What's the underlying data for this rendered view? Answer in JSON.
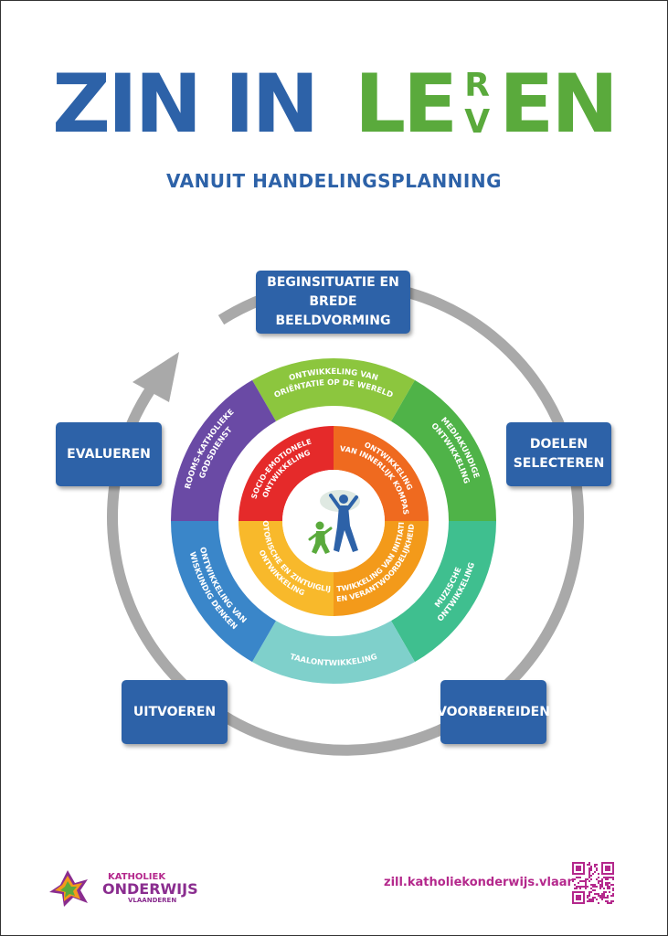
{
  "header": {
    "title_part1": "ZIN IN",
    "title_part2_prefix": "LE",
    "title_stack_top": "R",
    "title_stack_bottom": "V",
    "title_part2_suffix": "EN",
    "subtitle": "VANUIT HANDELINGSPLANNING"
  },
  "cycle_steps": {
    "beginsituatie": "BEGINSITUATIE EN\nBREDE BEELDVORMING",
    "doelen": "DOELEN\nSELECTEREN",
    "voorbereiden": "VOORBEREIDEN",
    "uitvoeren": "UITVOEREN",
    "evalueren": "EVALUEREN"
  },
  "outer_ring": {
    "orientatie": [
      "ONTWIKKELING VAN",
      "ORIËNTATIE OP DE WERELD"
    ],
    "mediakundige": [
      "MEDIAKUNDIGE",
      "ONTWIKKELING"
    ],
    "muzische": [
      "MUZISCHE",
      "ONTWIKKELING"
    ],
    "taal": [
      "TAALONTWIKKELING"
    ],
    "wiskundig": [
      "ONTWIKKELING VAN",
      "WISKUNDIG DENKEN"
    ],
    "rooms": [
      "ROOMS-KATHOLIEKE",
      "GODSDIENST"
    ]
  },
  "inner_ring": {
    "socio": [
      "SOCIO-EMOTIONELE",
      "ONTWIKKELING"
    ],
    "kompas": [
      "ONTWIKKELING",
      "VAN INNERLIJK KOMPAS"
    ],
    "initiatief": [
      "ONTWIKKELING VAN INITIATIEF",
      "EN VERANTWOORDELIJKHEID"
    ],
    "motorische": [
      "MOTORISCHE EN ZINTUIGLIJKE",
      "ONTWIKKELING"
    ]
  },
  "footer": {
    "logo_line1": "KATHOLIEK",
    "logo_line2": "ONDERWIJS",
    "logo_line3": "VLAANDEREN",
    "url": "zill.katholiekonderwijs.vlaanderen"
  },
  "colors": {
    "blue": "#2d62a8",
    "green": "#5aaa3c",
    "ring_gray": "#a9a9a9",
    "orientatie": "#8cc63e",
    "mediakundige": "#4fb348",
    "muzische": "#3fbf8f",
    "taal": "#7fd0cb",
    "wiskundig": "#3a86c9",
    "rooms": "#6a4aa5",
    "socio": "#e52a2a",
    "kompas": "#ef6a1f",
    "initiatief": "#f39a1a",
    "motorische": "#f8b92b",
    "magenta": "#b4288c"
  }
}
